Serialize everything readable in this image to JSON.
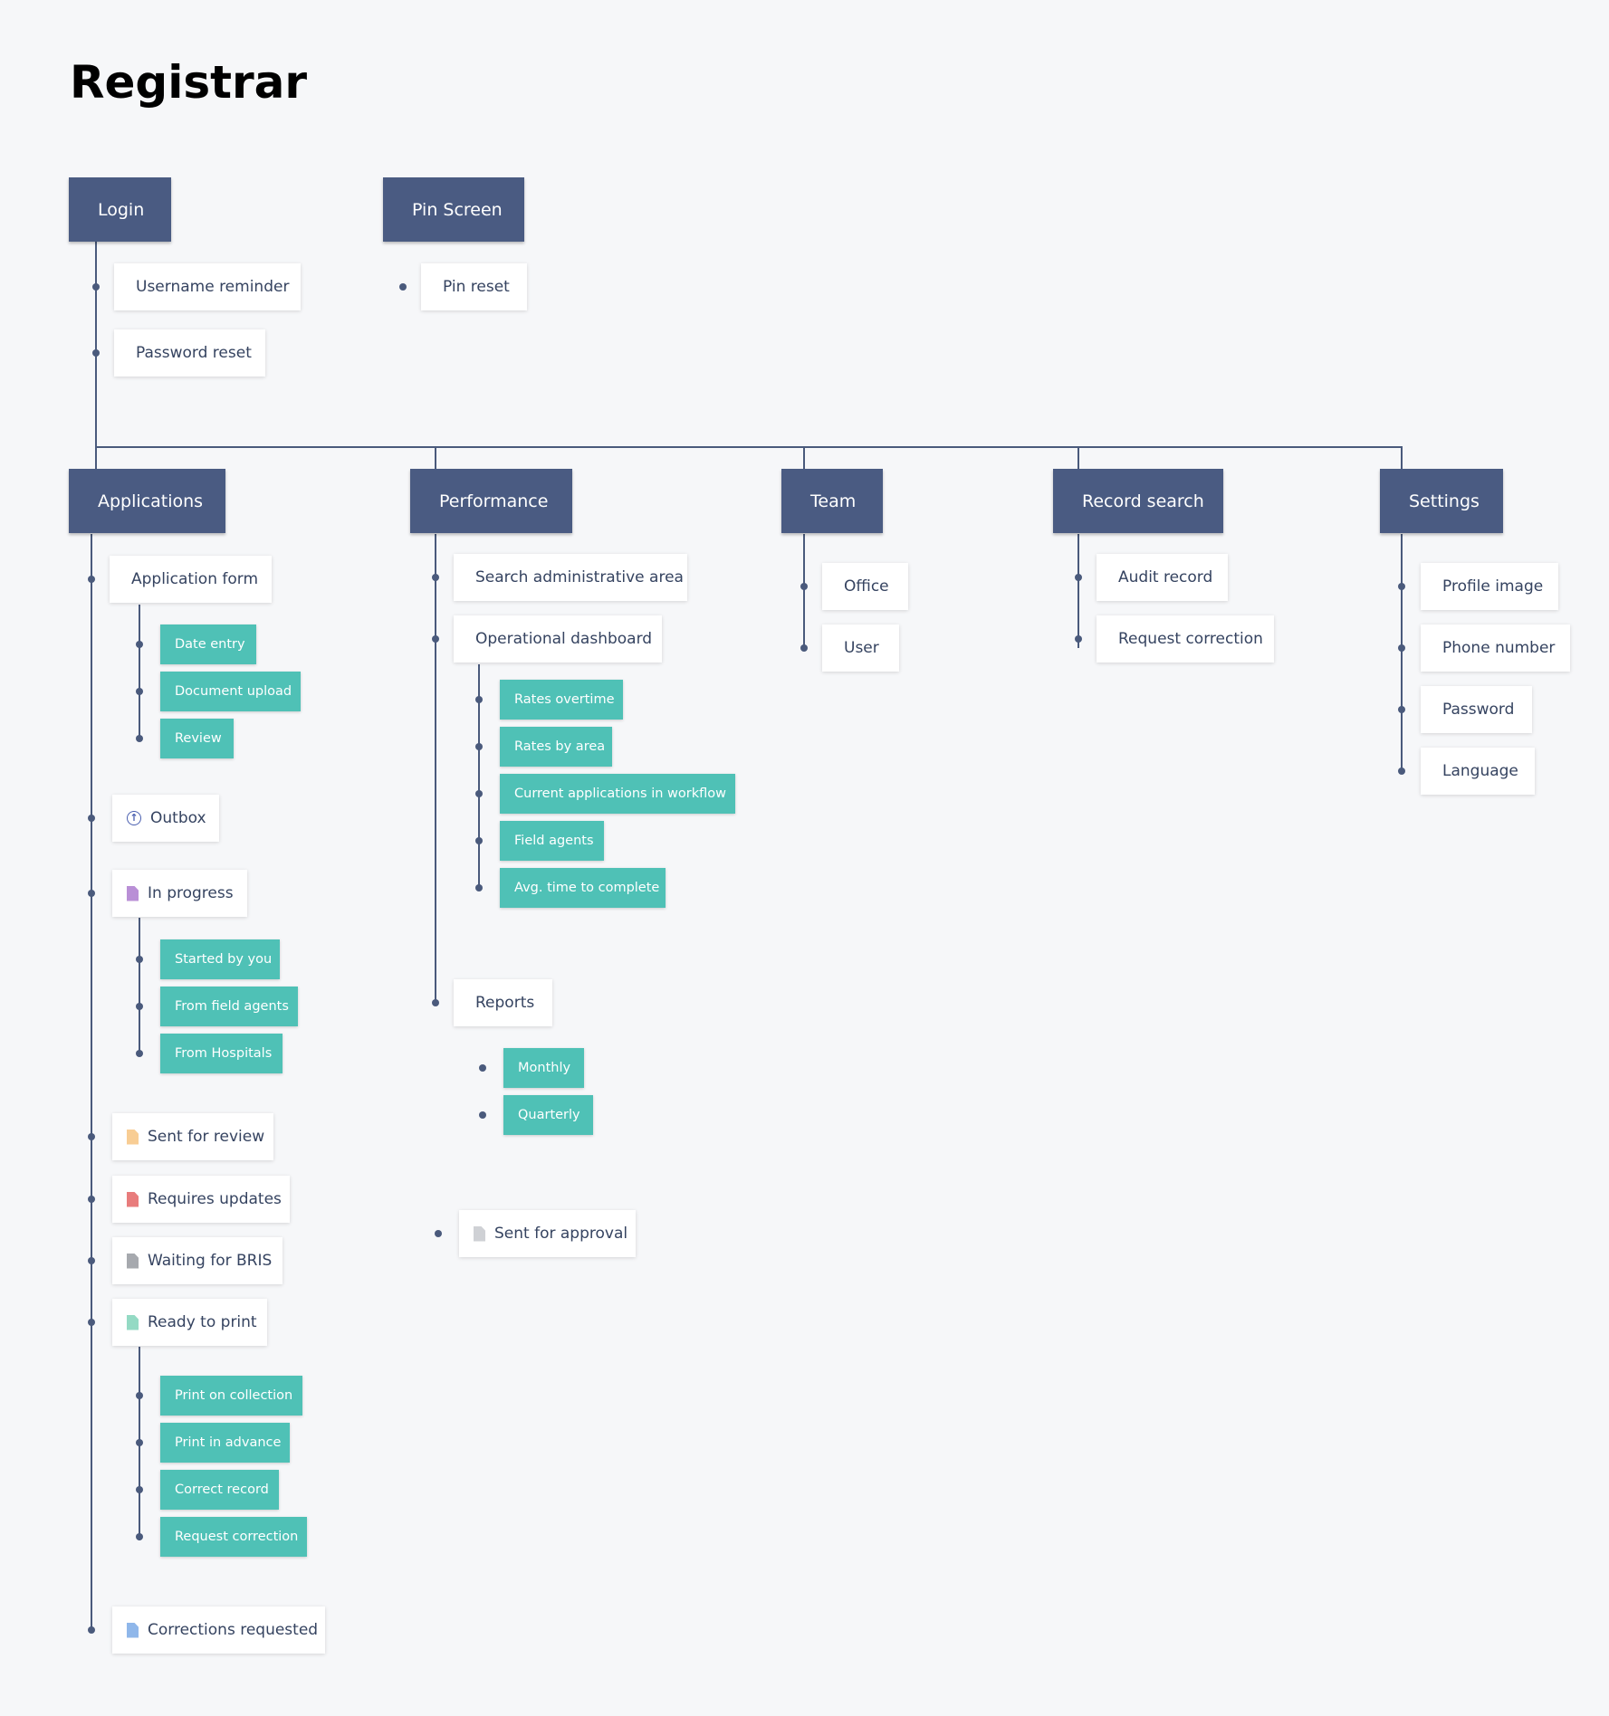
{
  "page": {
    "title": "Registrar"
  },
  "colors": {
    "header_bg": "#4a5b82",
    "sub_bg": "#ffffff",
    "leaf_bg": "#4fc1b6",
    "connector": "#4a5a7c",
    "background": "#f6f7f9"
  },
  "nodes": {
    "login": "Login",
    "pin_screen": "Pin Screen",
    "username_reminder": "Username reminder",
    "password_reset": "Password reset",
    "pin_reset": "Pin reset",
    "applications": "Applications",
    "performance": "Performance",
    "team": "Team",
    "record_search": "Record search",
    "settings": "Settings",
    "application_form": "Application form",
    "date_entry": "Date entry",
    "document_upload": "Document upload",
    "review": "Review",
    "outbox": "Outbox",
    "in_progress": "In progress",
    "started_by_you": "Started by you",
    "from_field_agents": "From field agents",
    "from_hospitals": "From Hospitals",
    "sent_for_review": "Sent for review",
    "requires_updates": "Requires updates",
    "waiting_for_bris": "Waiting for BRIS",
    "ready_to_print": "Ready to print",
    "print_on_collection": "Print on collection",
    "print_in_advance": "Print in advance",
    "correct_record": "Correct record",
    "request_correction_app": "Request correction",
    "corrections_requested": "Corrections requested",
    "search_admin_area": "Search administrative area",
    "operational_dashboard": "Operational dashboard",
    "rates_overtime": "Rates overtime",
    "rates_by_area": "Rates by area",
    "current_applications": "Current applications  in workflow",
    "field_agents": "Field agents",
    "avg_time": "Avg. time to complete",
    "reports": "Reports",
    "monthly": "Monthly",
    "quarterly": "Quarterly",
    "sent_for_approval": "Sent for approval",
    "office": "Office",
    "user": "User",
    "audit_record": "Audit record",
    "request_correction_rs": "Request correction",
    "profile_image": "Profile image",
    "phone_number": "Phone number",
    "password": "Password",
    "language": "Language"
  },
  "icons": {
    "outbox": "upload-circle-icon",
    "in_progress": "document-icon",
    "sent_for_review": "document-icon",
    "requires_updates": "document-icon",
    "waiting_for_bris": "document-icon",
    "ready_to_print": "document-icon",
    "corrections_requested": "document-icon",
    "sent_for_approval": "document-icon"
  },
  "icon_colors": {
    "in_progress": "#b98fd6",
    "sent_for_review": "#f8cd94",
    "requires_updates": "#e87c7c",
    "waiting_for_bris": "#a6a9ae",
    "ready_to_print": "#94dac4",
    "corrections_requested": "#8fb7ea",
    "sent_for_approval": "#cfd1d5"
  }
}
